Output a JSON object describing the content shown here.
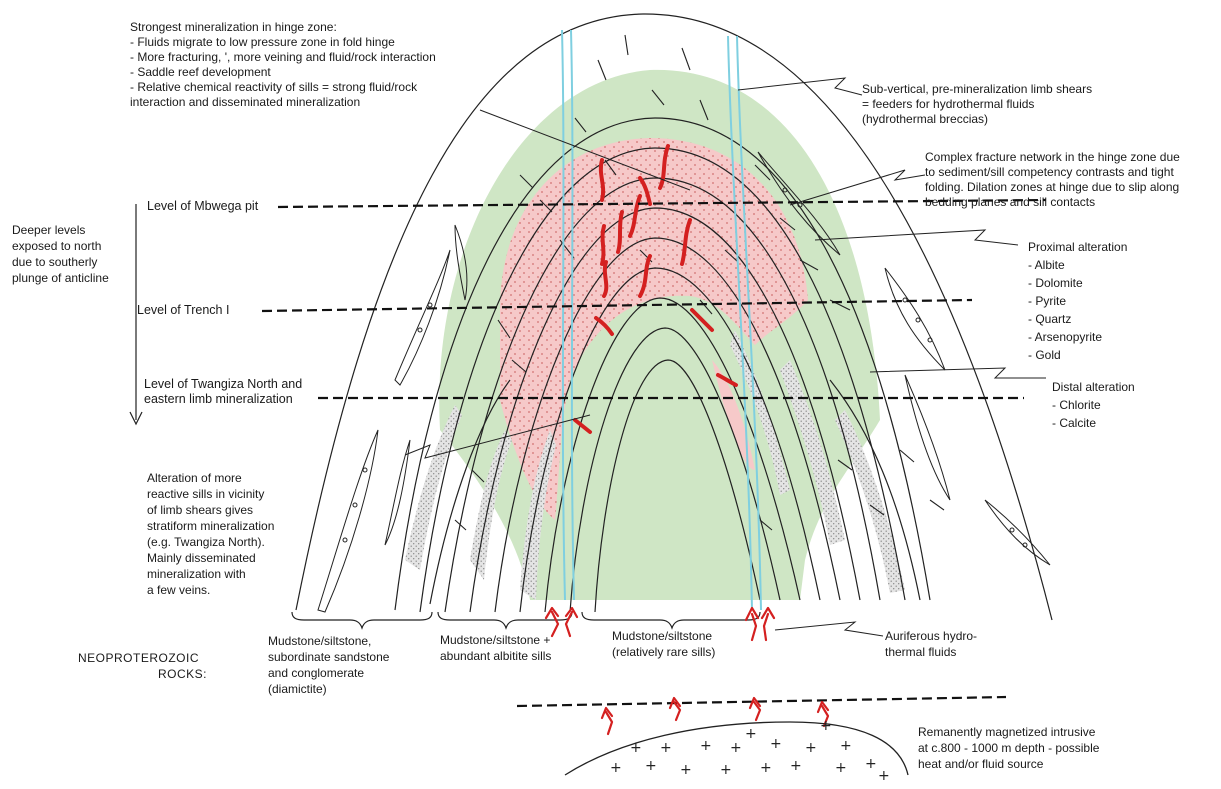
{
  "hinge_zone": {
    "title": "Strongest mineralization in hinge zone:",
    "points": [
      "- Fluids migrate to low pressure zone in fold hinge",
      "- More fracturing, ', more veining and fluid/rock interaction",
      "- Saddle reef development",
      "- Relative chemical reactivity of sills = strong fluid/rock",
      "interaction and disseminated mineralization"
    ]
  },
  "limb_shears": {
    "lines": [
      "Sub-vertical, pre-mineralization limb shears",
      "= feeders for hydrothermal fluids",
      "(hydrothermal breccias)"
    ]
  },
  "fracture_network": {
    "lines": [
      "Complex fracture network in the hinge zone due",
      "to sediment/sill competency contrasts and tight",
      "folding. Dilation zones at hinge due to slip along",
      "bedding planes and sill contacts"
    ]
  },
  "deeper_levels": {
    "lines": [
      "Deeper levels",
      "exposed to north",
      "due to southerly",
      "plunge of anticline"
    ]
  },
  "levels": {
    "mbwega": "Level of Mbwega pit",
    "trench": "Level of Trench I",
    "twangiza_line1": "Level of Twangiza North and",
    "twangiza_line2": "eastern limb mineralization"
  },
  "proximal": {
    "title": "Proximal alteration",
    "items": [
      "- Albite",
      "- Dolomite",
      "- Pyrite",
      "- Quartz",
      "- Arsenopyrite",
      "- Gold"
    ]
  },
  "distal": {
    "title": "Distal alteration",
    "items": [
      "- Chlorite",
      "- Calcite"
    ]
  },
  "sills_alteration": {
    "lines": [
      "Alteration of more",
      "reactive sills in vicinity",
      "of limb shears gives",
      "stratiform mineralization",
      "(e.g. Twangiza North).",
      "Mainly disseminated",
      "mineralization with",
      "a few veins."
    ]
  },
  "rock_units": {
    "unit1": [
      "Mudstone/siltstone,",
      "subordinate sandstone",
      "and conglomerate",
      "(diamictite)"
    ],
    "unit2": [
      "Mudstone/siltstone +",
      "abundant albitite sills"
    ],
    "unit3": [
      "Mudstone/siltstone",
      "(relatively rare sills)"
    ]
  },
  "neoproterozoic": [
    "NEOPROTEROZOIC",
    "ROCKS:"
  ],
  "auriferous": [
    "Auriferous hydro-",
    "thermal fluids"
  ],
  "intrusive": [
    "Remanently magnetized intrusive",
    "at c.800 - 1000 m depth - possible",
    "heat and/or fluid source"
  ],
  "colors": {
    "distal_green": "#cfe6c5",
    "proximal_pink": "#f6c9c9",
    "shear_blue": "#7fcfe0",
    "vein_red": "#d42020",
    "line_black": "#222222"
  }
}
